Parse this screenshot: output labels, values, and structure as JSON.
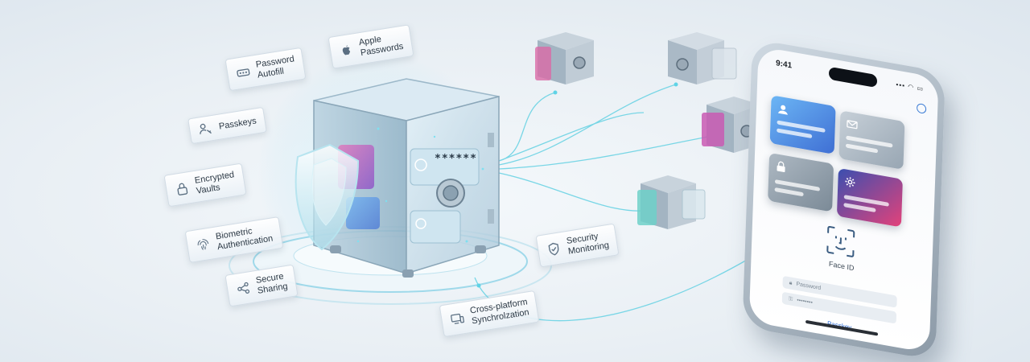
{
  "features": [
    {
      "id": "apple-passwords",
      "label": "Apple\nPasswords",
      "icon": "apple-icon"
    },
    {
      "id": "password-autofill",
      "label": "Password\nAutofill",
      "icon": "autofill-icon"
    },
    {
      "id": "passkeys",
      "label": "Passkeys",
      "icon": "passkey-icon"
    },
    {
      "id": "encrypted-vaults",
      "label": "Encrypted\nVaults",
      "icon": "lock-icon"
    },
    {
      "id": "biometric-authentication",
      "label": "Biometric\nAuthentication",
      "icon": "fingerprint-icon"
    },
    {
      "id": "secure-sharing",
      "label": "Secure\nSharing",
      "icon": "share-icon"
    },
    {
      "id": "security-monitoring",
      "label": "Security\nMonitoring",
      "icon": "shield-check-icon"
    },
    {
      "id": "cross-platform-sync",
      "label": "Cross-platform\nSynchrolzation",
      "icon": "devices-icon"
    }
  ],
  "vault": {
    "masked_password": "******"
  },
  "phone": {
    "time": "9:41",
    "status": "▪▪▪ ◠ ▭",
    "face_id_label": "Face ID",
    "password_placeholder": "Password",
    "masked_password": "••••••••",
    "passkey_link": "Passkey"
  },
  "colors": {
    "accent_line": "#5fd3e6",
    "glass": "#cfe6f2",
    "link": "#2f6ed8"
  }
}
